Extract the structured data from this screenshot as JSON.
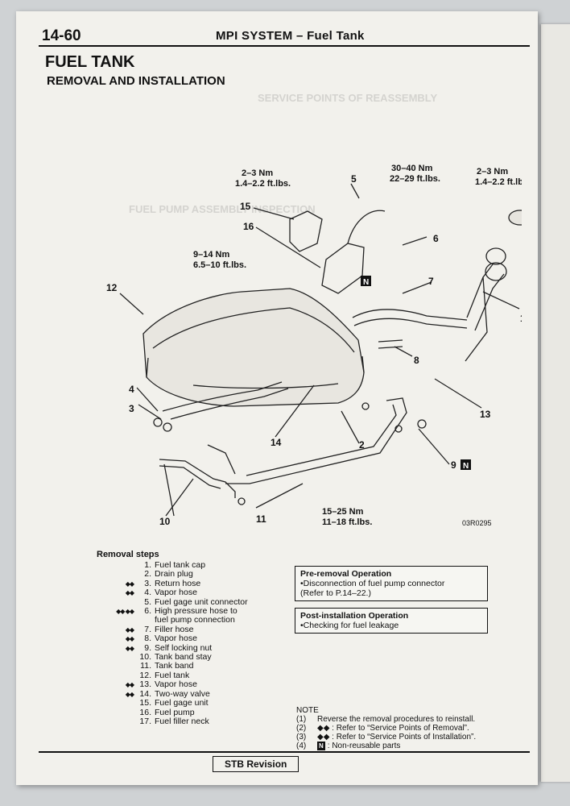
{
  "header": {
    "page_number": "14-60",
    "title": "MPI SYSTEM – Fuel Tank"
  },
  "section": {
    "title": "FUEL TANK",
    "subtitle": "REMOVAL AND INSTALLATION"
  },
  "diagram": {
    "figure_code": "03R0295",
    "torques": [
      {
        "nm": "2–3 Nm",
        "ftlbs": "1.4–2.2 ft.lbs."
      },
      {
        "nm": "30–40 Nm",
        "ftlbs": "22–29 ft.lbs."
      },
      {
        "nm": "2–3 Nm",
        "ftlbs": "1.4–2.2 ft.lbs."
      },
      {
        "nm": "9–14 Nm",
        "ftlbs": "6.5–10 ft.lbs."
      },
      {
        "nm": "15–25 Nm",
        "ftlbs": "11–18 ft.lbs."
      }
    ],
    "callouts": [
      "1",
      "2",
      "3",
      "4",
      "5",
      "6",
      "7",
      "8",
      "9",
      "10",
      "11",
      "12",
      "13",
      "14",
      "15",
      "16",
      "17"
    ],
    "nonreusable_badge": "N"
  },
  "removal": {
    "title": "Removal steps",
    "steps": [
      {
        "mark": "",
        "num": "1.",
        "text": "Fuel tank cap"
      },
      {
        "mark": "",
        "num": "2.",
        "text": "Drain plug"
      },
      {
        "mark": "◆◆",
        "num": "3.",
        "text": "Return hose"
      },
      {
        "mark": "◆◆",
        "num": "4.",
        "text": "Vapor hose"
      },
      {
        "mark": "",
        "num": "5.",
        "text": "Fuel gage unit connector"
      },
      {
        "mark": "◆◆ ◆◆",
        "num": "6.",
        "text": "High pressure hose to"
      },
      {
        "mark": "",
        "num": "",
        "text": "fuel pump connection"
      },
      {
        "mark": "◆◆",
        "num": "7.",
        "text": "Filler hose"
      },
      {
        "mark": "◆◆",
        "num": "8.",
        "text": "Vapor hose"
      },
      {
        "mark": "◆◆",
        "num": "9.",
        "text": "Self locking nut"
      },
      {
        "mark": "",
        "num": "10.",
        "text": "Tank band stay"
      },
      {
        "mark": "",
        "num": "11.",
        "text": "Tank band"
      },
      {
        "mark": "",
        "num": "12.",
        "text": "Fuel tank"
      },
      {
        "mark": "◆◆",
        "num": "13.",
        "text": "Vapor hose"
      },
      {
        "mark": "◆◆",
        "num": "14.",
        "text": "Two-way valve"
      },
      {
        "mark": "",
        "num": "15.",
        "text": "Fuel gage unit"
      },
      {
        "mark": "",
        "num": "16.",
        "text": "Fuel pump"
      },
      {
        "mark": "",
        "num": "17.",
        "text": "Fuel filler neck"
      }
    ]
  },
  "pre_removal": {
    "title": "Pre-removal Operation",
    "line1": "•Disconnection of fuel pump connector",
    "line2": "(Refer to P.14–22.)"
  },
  "post_installation": {
    "title": "Post-installation Operation",
    "line1": "•Checking for fuel leakage"
  },
  "note": {
    "title": "NOTE",
    "items": [
      {
        "key": "(1)",
        "text": "Reverse the removal procedures to reinstall."
      },
      {
        "key": "(2)",
        "text": "◆◆ : Refer to “Service Points of Removal”."
      },
      {
        "key": "(3)",
        "text": "◆◆ : Refer to “Service Points of Installation”."
      },
      {
        "key": "(4)",
        "badge": "N",
        "text": ": Non-reusable parts"
      }
    ]
  },
  "footer": {
    "label": "STB Revision"
  }
}
